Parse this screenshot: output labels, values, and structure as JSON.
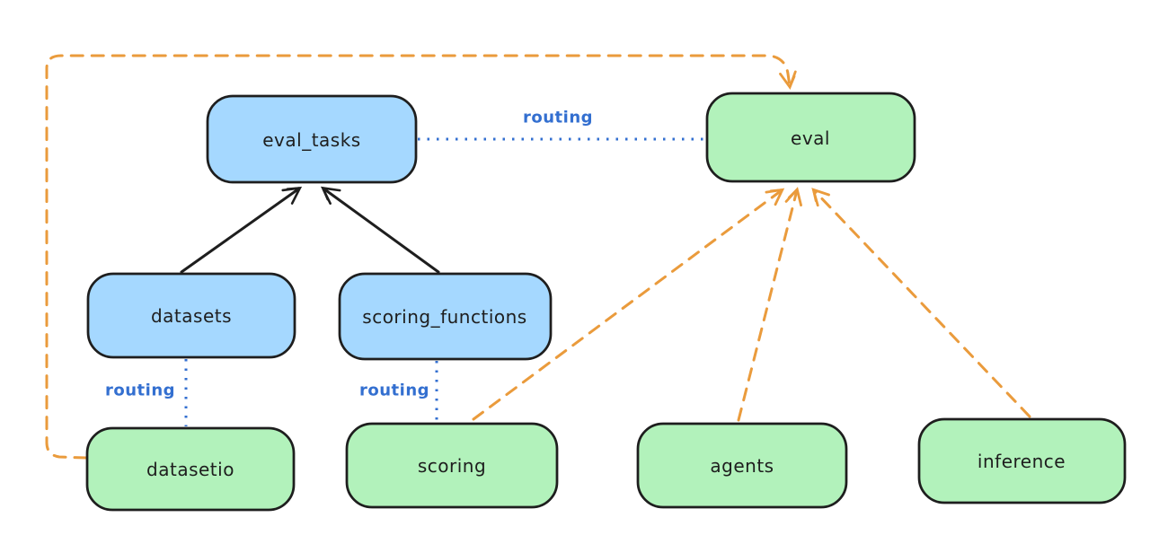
{
  "diagram": {
    "type": "architecture-flow",
    "colors": {
      "background": "#ffffff",
      "ink": "#1e1e1e",
      "blue_fill": "#a5d8ff",
      "green_fill": "#b2f2bb",
      "routing_blue": "#336fd0",
      "orange": "#ea9b3c"
    },
    "nodes": [
      {
        "id": "eval_tasks",
        "label": "eval_tasks",
        "color": "blue"
      },
      {
        "id": "eval",
        "label": "eval",
        "color": "green"
      },
      {
        "id": "datasets",
        "label": "datasets",
        "color": "blue"
      },
      {
        "id": "scoring_functions",
        "label": "scoring_functions",
        "color": "blue"
      },
      {
        "id": "datasetio",
        "label": "datasetio",
        "color": "green"
      },
      {
        "id": "scoring",
        "label": "scoring",
        "color": "green"
      },
      {
        "id": "agents",
        "label": "agents",
        "color": "green"
      },
      {
        "id": "inference",
        "label": "inference",
        "color": "green"
      }
    ],
    "edges": [
      {
        "from": "datasets",
        "to": "eval_tasks",
        "style": "solid-black-arrow",
        "label": ""
      },
      {
        "from": "scoring_functions",
        "to": "eval_tasks",
        "style": "solid-black-arrow",
        "label": ""
      },
      {
        "from": "eval_tasks",
        "to": "eval",
        "style": "dotted-blue",
        "label": "routing"
      },
      {
        "from": "datasets",
        "to": "datasetio",
        "style": "dotted-blue",
        "label": "routing"
      },
      {
        "from": "scoring_functions",
        "to": "scoring",
        "style": "dotted-blue",
        "label": "routing"
      },
      {
        "from": "datasetio",
        "to": "eval",
        "style": "dashed-orange-arrow",
        "label": ""
      },
      {
        "from": "scoring",
        "to": "eval",
        "style": "dashed-orange-arrow",
        "label": ""
      },
      {
        "from": "agents",
        "to": "eval",
        "style": "dashed-orange-arrow",
        "label": ""
      },
      {
        "from": "inference",
        "to": "eval",
        "style": "dashed-orange-arrow",
        "label": ""
      }
    ]
  }
}
